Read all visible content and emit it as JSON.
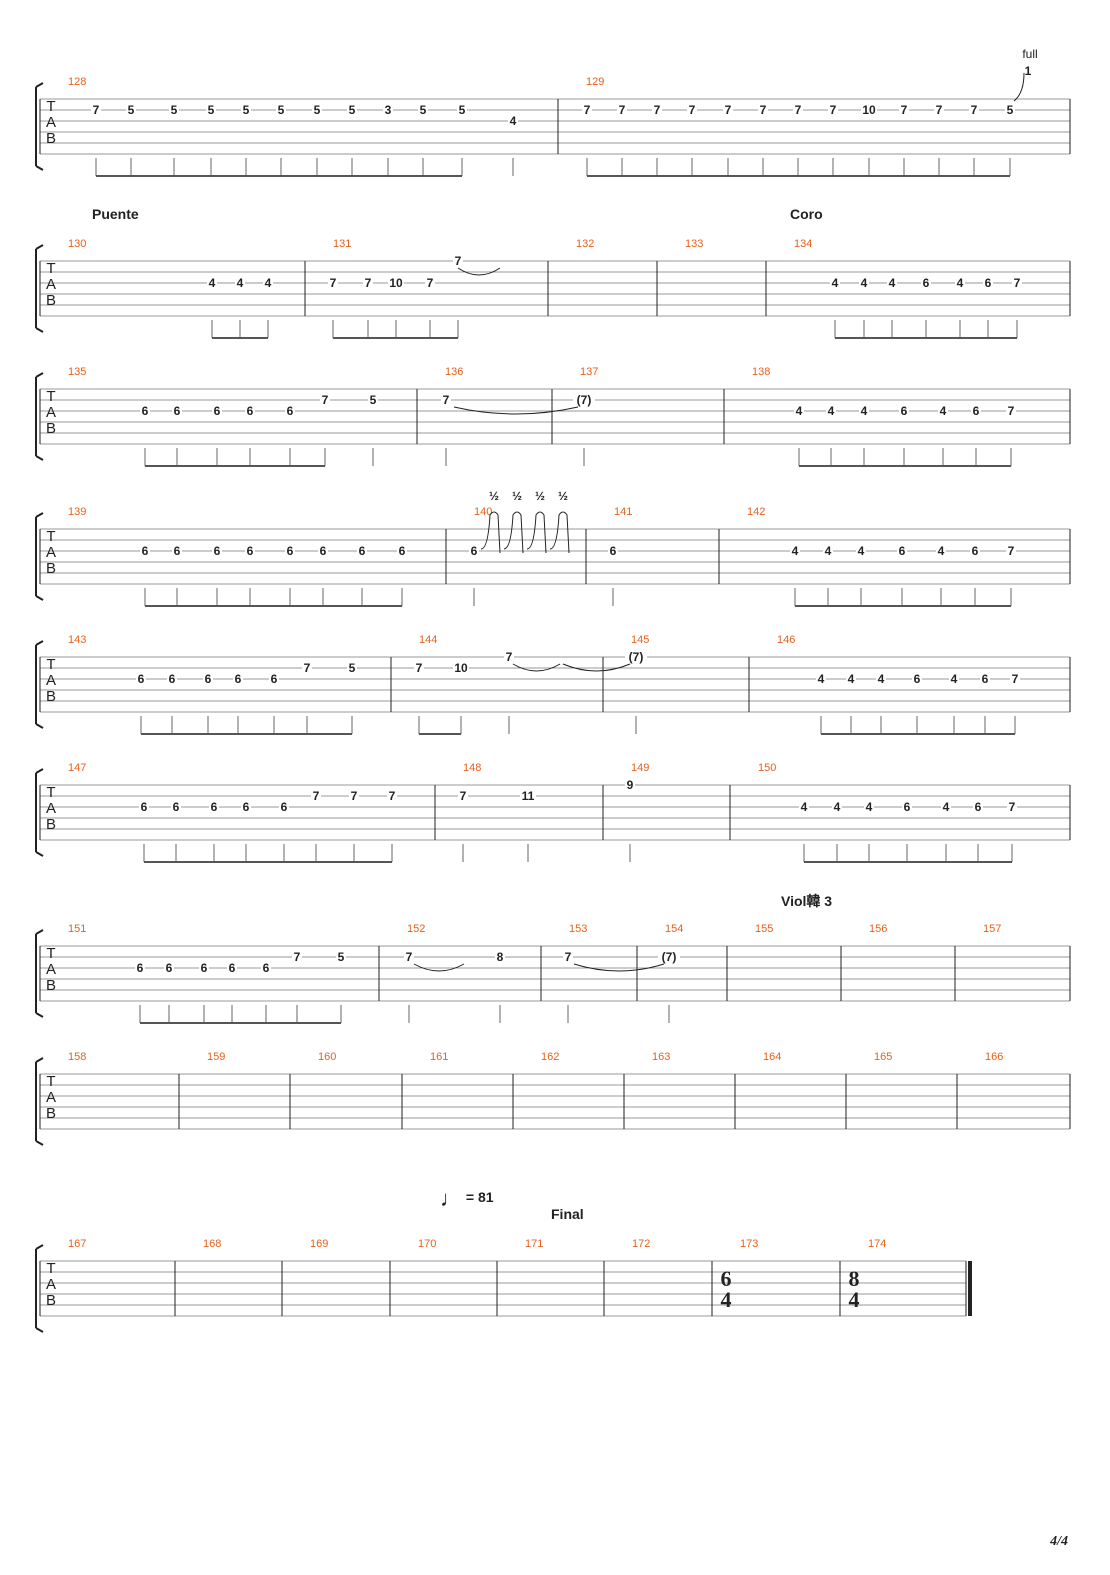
{
  "page_number": "4/4",
  "tempo_text": "= 81",
  "sections": [
    {
      "label": "Puente",
      "system": 1
    },
    {
      "label": "Coro",
      "system": 1
    },
    {
      "label": "Viol韓 3",
      "system": 6
    },
    {
      "label": "Final",
      "system": 8
    }
  ],
  "systems": [
    {
      "measures": [
        {
          "number": "128",
          "notes": [
            "7",
            "5",
            "5",
            "5",
            "5",
            "5",
            "5",
            "5",
            "3",
            "5",
            "5",
            "4"
          ]
        },
        {
          "number": "129",
          "notes": [
            "7",
            "7",
            "7",
            "7",
            "7",
            "7",
            "7",
            "7",
            "10",
            "7",
            "7",
            "7",
            "5"
          ],
          "bend": "full",
          "bend_target": "1"
        }
      ]
    },
    {
      "measures": [
        {
          "number": "130",
          "notes": [
            "4",
            "4",
            "4"
          ]
        },
        {
          "number": "131",
          "notes": [
            "7",
            "7",
            "10",
            "7",
            "7"
          ]
        },
        {
          "number": "132",
          "notes": []
        },
        {
          "number": "133",
          "notes": []
        },
        {
          "number": "134",
          "notes": [
            "4",
            "4",
            "4",
            "6",
            "4",
            "6",
            "7"
          ]
        }
      ]
    },
    {
      "measures": [
        {
          "number": "135",
          "notes": [
            "6",
            "6",
            "6",
            "6",
            "6",
            "7",
            "5"
          ]
        },
        {
          "number": "136",
          "notes": [
            "7"
          ]
        },
        {
          "number": "137",
          "notes": [
            "(7)"
          ]
        },
        {
          "number": "138",
          "notes": [
            "4",
            "4",
            "4",
            "6",
            "4",
            "6",
            "7"
          ]
        }
      ]
    },
    {
      "measures": [
        {
          "number": "139",
          "notes": [
            "6",
            "6",
            "6",
            "6",
            "6",
            "6",
            "6",
            "6"
          ]
        },
        {
          "number": "140",
          "notes": [
            "6"
          ],
          "bends": [
            "½",
            "½",
            "½",
            "½"
          ]
        },
        {
          "number": "141",
          "notes": [
            "6"
          ]
        },
        {
          "number": "142",
          "notes": [
            "4",
            "4",
            "4",
            "6",
            "4",
            "6",
            "7"
          ]
        }
      ]
    },
    {
      "measures": [
        {
          "number": "143",
          "notes": [
            "6",
            "6",
            "6",
            "6",
            "6",
            "7",
            "5"
          ]
        },
        {
          "number": "144",
          "notes": [
            "7",
            "10",
            "7"
          ]
        },
        {
          "number": "145",
          "notes": [
            "(7)"
          ]
        },
        {
          "number": "146",
          "notes": [
            "4",
            "4",
            "4",
            "6",
            "4",
            "6",
            "7"
          ]
        }
      ]
    },
    {
      "measures": [
        {
          "number": "147",
          "notes": [
            "6",
            "6",
            "6",
            "6",
            "6",
            "7",
            "7",
            "7"
          ]
        },
        {
          "number": "148",
          "notes": [
            "7",
            "11"
          ]
        },
        {
          "number": "149",
          "notes": [
            "9"
          ]
        },
        {
          "number": "150",
          "notes": [
            "4",
            "4",
            "4",
            "6",
            "4",
            "6",
            "7"
          ]
        }
      ]
    },
    {
      "measures": [
        {
          "number": "151",
          "notes": [
            "6",
            "6",
            "6",
            "6",
            "6",
            "7",
            "5"
          ]
        },
        {
          "number": "152",
          "notes": [
            "7",
            "8"
          ]
        },
        {
          "number": "153",
          "notes": [
            "7"
          ]
        },
        {
          "number": "154",
          "notes": [
            "(7)"
          ]
        },
        {
          "number": "155",
          "notes": []
        },
        {
          "number": "156",
          "notes": []
        },
        {
          "number": "157",
          "notes": []
        }
      ]
    },
    {
      "measures": [
        {
          "number": "158",
          "notes": []
        },
        {
          "number": "159",
          "notes": []
        },
        {
          "number": "160",
          "notes": []
        },
        {
          "number": "161",
          "notes": []
        },
        {
          "number": "162",
          "notes": []
        },
        {
          "number": "163",
          "notes": []
        },
        {
          "number": "164",
          "notes": []
        },
        {
          "number": "165",
          "notes": []
        },
        {
          "number": "166",
          "notes": []
        }
      ]
    },
    {
      "measures": [
        {
          "number": "167",
          "notes": []
        },
        {
          "number": "168",
          "notes": []
        },
        {
          "number": "169",
          "notes": []
        },
        {
          "number": "170",
          "notes": []
        },
        {
          "number": "171",
          "notes": []
        },
        {
          "number": "172",
          "notes": []
        },
        {
          "number": "173",
          "notes": [],
          "time_signature": [
            "6",
            "4"
          ]
        },
        {
          "number": "174",
          "notes": [],
          "time_signature": [
            "8",
            "4"
          ]
        }
      ]
    }
  ],
  "colors": {
    "measure_number": "#e8601c",
    "ink": "#222222",
    "staff_line": "#9a9a9a"
  }
}
